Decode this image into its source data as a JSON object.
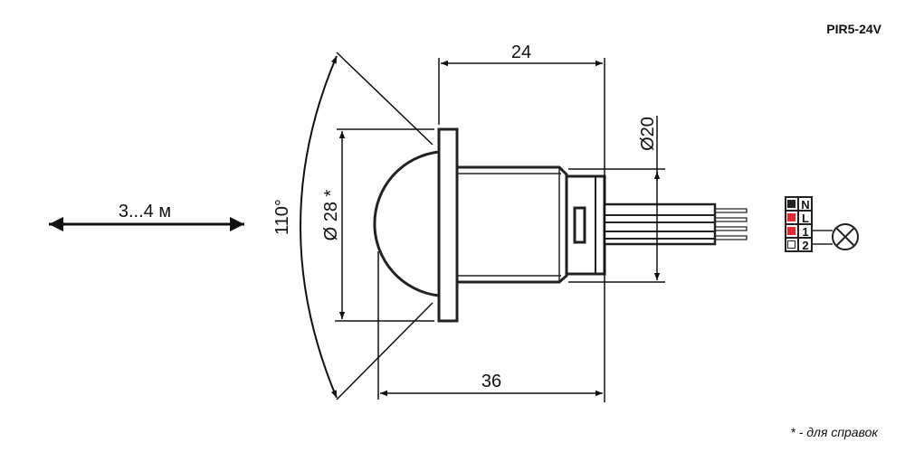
{
  "model": "PIR5-24V",
  "distance_label": "3...4 м",
  "angle_label": "110°",
  "diameter_lens_label": "Ø 28 *",
  "diameter_body_label": "Ø20",
  "length_top_label": "24",
  "length_bottom_label": "36",
  "footnote": "* - для справок",
  "terminals": [
    {
      "label": "N",
      "color": "#222222"
    },
    {
      "label": "L",
      "color": "#e8282b"
    },
    {
      "label": "1",
      "color": "#e8282b"
    },
    {
      "label": "2",
      "color": "#ffffff"
    }
  ]
}
